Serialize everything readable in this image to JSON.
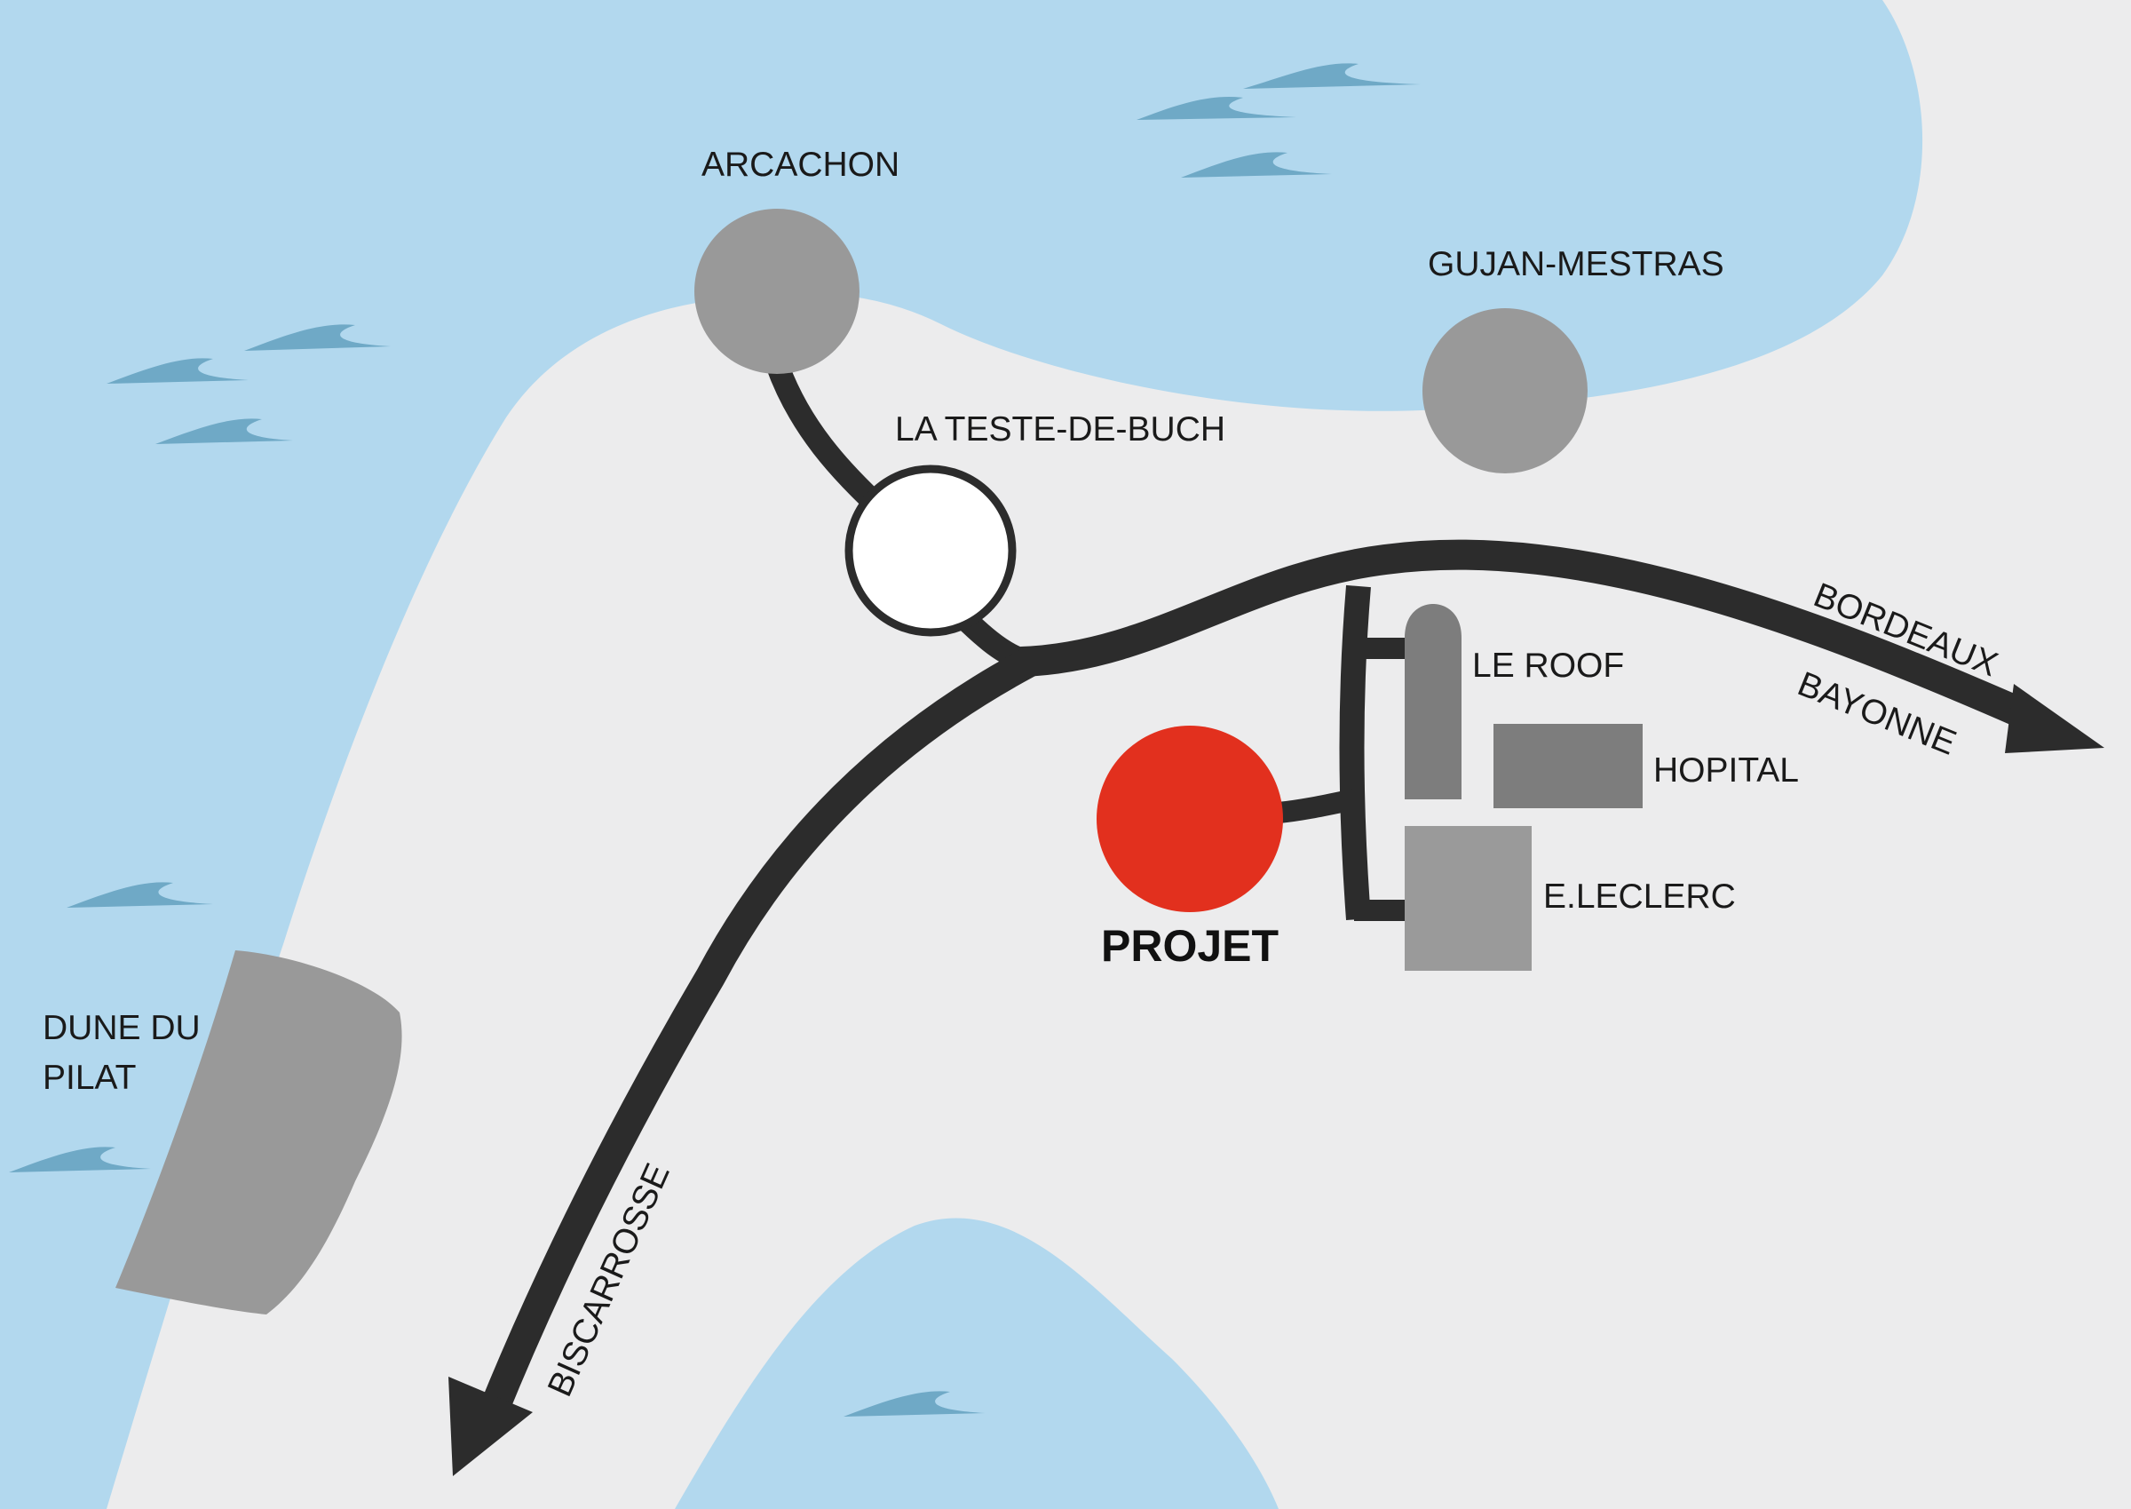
{
  "map": {
    "places": {
      "arcachon": "ARCACHON",
      "gujan_mestras": "GUJAN-MESTRAS",
      "la_teste": "LA TESTE-DE-BUCH",
      "dune_line1": "DUNE DU",
      "dune_line2": "PILAT",
      "le_roof": "LE ROOF",
      "hopital": "HOPITAL",
      "leclerc": "E.LECLERC",
      "projet": "PROJET"
    },
    "directions": {
      "bordeaux": "BORDEAUX",
      "bayonne": "BAYONNE",
      "biscarrosse": "BISCARROSSE"
    },
    "colors": {
      "water": "#b2d8ee",
      "land": "#ececed",
      "road": "#2c2c2c",
      "town": "#999999",
      "projet": "#e2301e",
      "building_dark": "#7d7d7d",
      "building_light": "#9a9a9a",
      "wave": "#6fa9c6"
    },
    "icons": [
      "wave-icon",
      "road-arrow-icon",
      "town-marker-icon"
    ]
  }
}
